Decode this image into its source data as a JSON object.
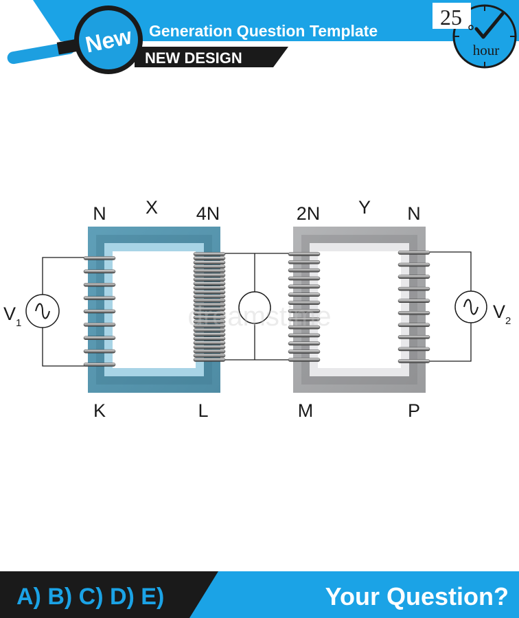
{
  "header": {
    "badge": "New",
    "title": "Generation Question Template",
    "subtitle": "NEW DESIGN",
    "clock_number": "25",
    "clock_unit": "hour",
    "colors": {
      "accent": "#1ba3e6",
      "dark": "#1a1a1a",
      "badge_blue": "#1d9fe0"
    },
    "icons": [
      "magnifier-icon",
      "clock-icon",
      "checkmark-icon"
    ]
  },
  "diagram": {
    "transformer_x": {
      "name": "X",
      "primary_turns": "N",
      "secondary_turns": "4N",
      "bottom_left": "K",
      "bottom_right": "L",
      "core_color": "#6aa9c1"
    },
    "transformer_y": {
      "name": "Y",
      "primary_turns": "2N",
      "secondary_turns": "N",
      "bottom_left": "M",
      "bottom_right": "P",
      "core_color": "#a9aaac"
    },
    "source_left": {
      "symbol": "V",
      "subscript": "1"
    },
    "source_right": {
      "symbol": "V",
      "subscript": "2"
    },
    "watermark": "dreamstime"
  },
  "footer": {
    "options": "A) B) C) D) E)",
    "question": "Your Question?",
    "colors": {
      "bar": "#1ba3e6",
      "dark": "#1a1a1a",
      "options_text": "#1ba3e6"
    }
  }
}
